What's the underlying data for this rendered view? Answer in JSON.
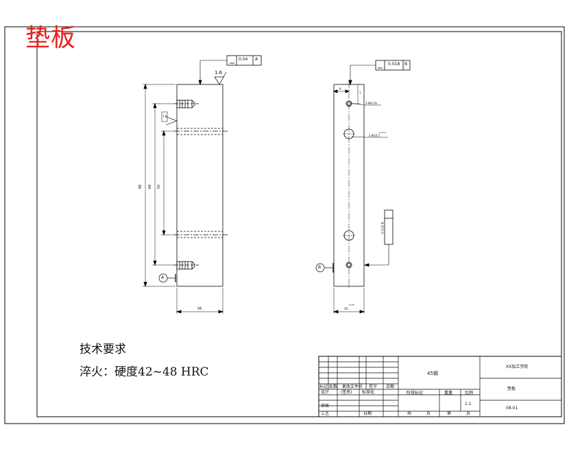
{
  "sheet": {
    "title": "垫板",
    "tech_heading": "技术要求",
    "tech_note": "淬火：硬度42~48 HRC"
  },
  "front_view": {
    "flatness_value": "0.04",
    "flatness_datum": "A",
    "roughness": "1.6",
    "roughness_small": "1.6",
    "datum_label": "A",
    "dims": {
      "overall_h": "98",
      "mid_h": "68",
      "inner_h": "50",
      "width": "56"
    }
  },
  "side_view": {
    "tol_value": "0.018",
    "tol_datum": "B",
    "datum_label": "B",
    "dim_top_a": "8",
    "dim_top_b": "7",
    "hole_note_1": "2-M6-7H",
    "hole_note_2": "2-Φ10.5",
    "hole_tol": "+0.021",
    "width_dim": "28",
    "width_tol": "+0.05",
    "parallel_note": "// 0.02 B"
  },
  "title_block": {
    "center_label": "45钢",
    "company": "XX加工学院",
    "part_name": "垫板",
    "drawing_no": "08-01",
    "scale": "1:1",
    "header_labels": [
      "标记",
      "处数",
      "更改文件号",
      "签字",
      "日期"
    ],
    "row_design": [
      "设计",
      "(签名)",
      "标准化"
    ],
    "row_check": "审核",
    "row_process": [
      "工艺",
      "日期"
    ],
    "stage_labels": [
      "阶段标记",
      "重量",
      "比例"
    ],
    "sheets": [
      "共",
      "页",
      "第",
      "页"
    ]
  }
}
